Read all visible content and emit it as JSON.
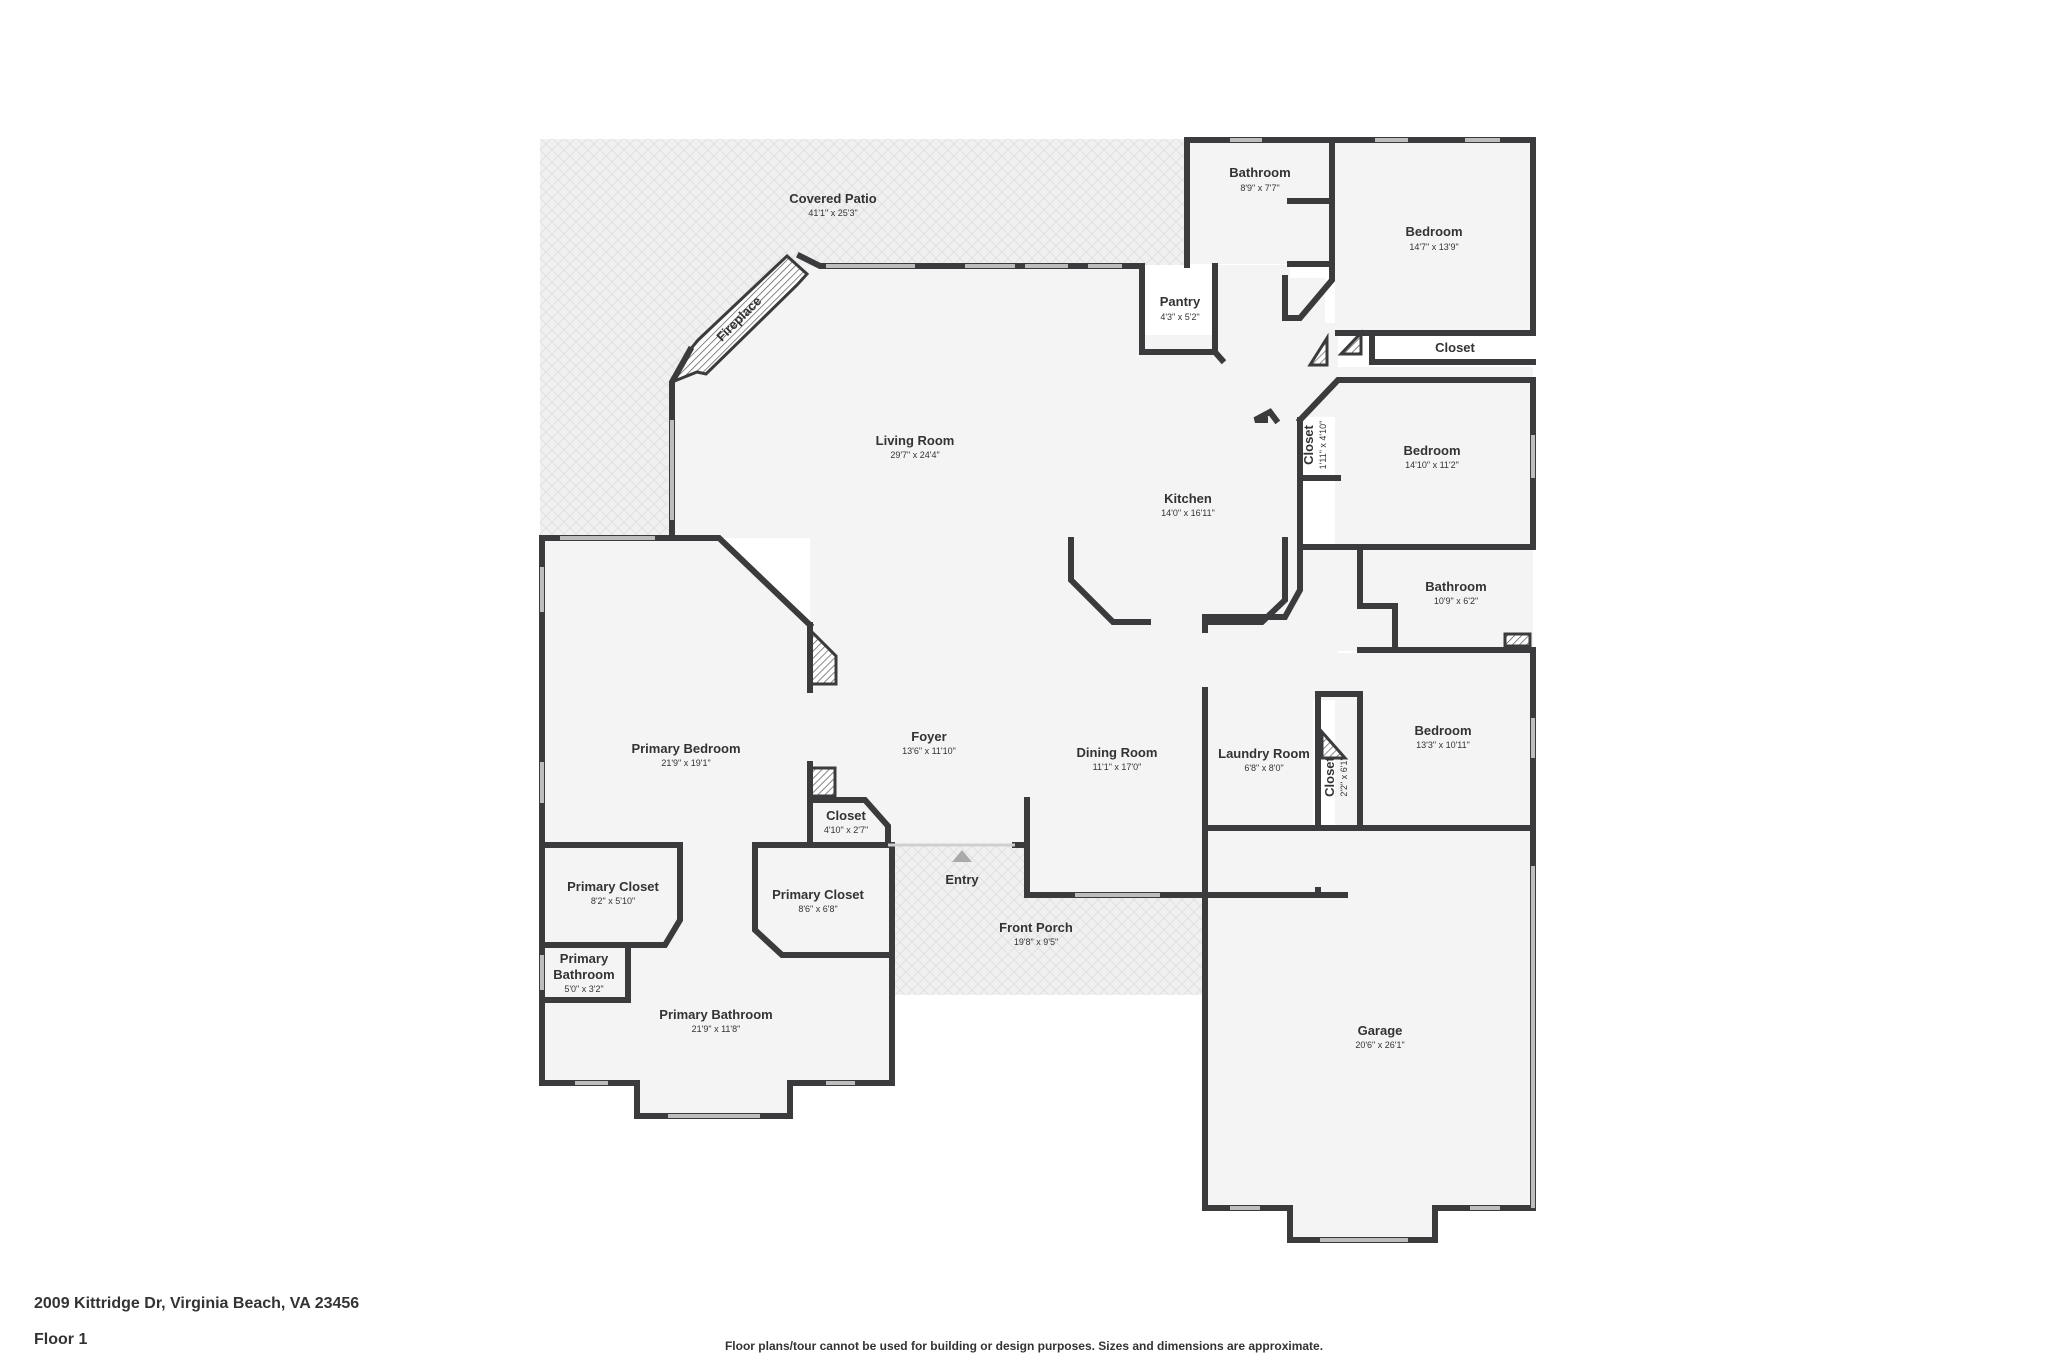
{
  "colors": {
    "wall": "#3b3b3d",
    "floor": "#f4f4f4",
    "outdoor": "#efefef",
    "window": "#d9d9d9",
    "text": "#333333"
  },
  "rooms": [
    {
      "id": "covered-patio",
      "name": "Covered Patio",
      "dims": "41'1\" x 25'3\""
    },
    {
      "id": "fireplace",
      "name": "Fireplace",
      "dims": ""
    },
    {
      "id": "bathroom-1",
      "name": "Bathroom",
      "dims": "8'9\" x 7'7\""
    },
    {
      "id": "bedroom-1",
      "name": "Bedroom",
      "dims": "14'7\" x 13'9\""
    },
    {
      "id": "pantry",
      "name": "Pantry",
      "dims": "4'3\" x 5'2\""
    },
    {
      "id": "closet-hall",
      "name": "Closet",
      "dims": ""
    },
    {
      "id": "living-room",
      "name": "Living Room",
      "dims": "29'7\" x 24'4\""
    },
    {
      "id": "kitchen",
      "name": "Kitchen",
      "dims": "14'0\" x 16'11\""
    },
    {
      "id": "closet-bed2",
      "name": "Closet",
      "dims": "1'11\" x 4'10\""
    },
    {
      "id": "bedroom-2",
      "name": "Bedroom",
      "dims": "14'10\" x 11'2\""
    },
    {
      "id": "bathroom-2",
      "name": "Bathroom",
      "dims": "10'9\" x 6'2\""
    },
    {
      "id": "bedroom-3",
      "name": "Bedroom",
      "dims": "13'3\" x 10'11\""
    },
    {
      "id": "closet-bed3",
      "name": "Closet",
      "dims": "2'2\" x 6'1\""
    },
    {
      "id": "laundry-room",
      "name": "Laundry Room",
      "dims": "6'8\" x 8'0\""
    },
    {
      "id": "primary-bedroom",
      "name": "Primary Bedroom",
      "dims": "21'9\" x 19'1\""
    },
    {
      "id": "foyer",
      "name": "Foyer",
      "dims": "13'6\" x 11'10\""
    },
    {
      "id": "dining-room",
      "name": "Dining Room",
      "dims": "11'1\" x 17'0\""
    },
    {
      "id": "closet-foyer",
      "name": "Closet",
      "dims": "4'10\" x 2'7\""
    },
    {
      "id": "entry",
      "name": "Entry",
      "dims": ""
    },
    {
      "id": "primary-closet-1",
      "name": "Primary Closet",
      "dims": "8'2\" x 5'10\""
    },
    {
      "id": "primary-closet-2",
      "name": "Primary Closet",
      "dims": "8'6\" x 6'8\""
    },
    {
      "id": "primary-bathroom-small",
      "name": "Primary Bathroom",
      "dims": "5'0\" x 3'2\""
    },
    {
      "id": "primary-bathroom",
      "name": "Primary Bathroom",
      "dims": "21'9\" x 11'8\""
    },
    {
      "id": "front-porch",
      "name": "Front Porch",
      "dims": "19'8\" x 9'5\""
    },
    {
      "id": "garage",
      "name": "Garage",
      "dims": "20'6\" x 26'1\""
    }
  ],
  "footer": {
    "address": "2009 Kittridge Dr, Virginia Beach, VA 23456",
    "floor": "Floor 1",
    "disclaimer": "Floor plans/tour cannot be used for building or design purposes. Sizes and dimensions are approximate."
  }
}
